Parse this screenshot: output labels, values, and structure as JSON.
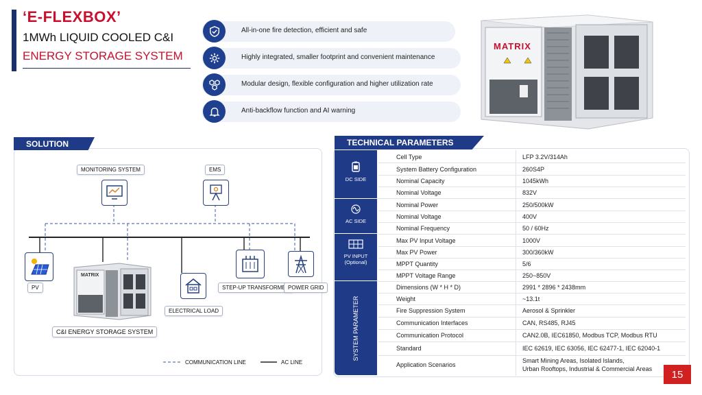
{
  "header": {
    "title": "‘E-FLEXBOX’",
    "subtitle1": "1MWh LIQUID COOLED C&I",
    "subtitle2": "ENERGY STORAGE SYSTEM"
  },
  "features": [
    {
      "icon": "shield-check-icon",
      "text": "All-in-one fire detection, efficient and safe"
    },
    {
      "icon": "gear-icon",
      "text": "Highly integrated, smaller footprint and convenient maintenance"
    },
    {
      "icon": "hexagon-modules-icon",
      "text": "Modular design, flexible configuration and higher utilization rate"
    },
    {
      "icon": "bell-icon",
      "text": "Anti-backflow function and AI warning"
    }
  ],
  "product": {
    "brand": "MATRIX"
  },
  "solution": {
    "tab": "SOLUTION",
    "monitoring": "MONITORING SYSTEM",
    "ems": "EMS",
    "pv": "PV",
    "cni_brand": "MATRIX",
    "cni": "C&I ENERGY STORAGE SYSTEM",
    "electrical_load": "ELECTRICAL LOAD",
    "transformer": "STEP-UP TRANSFORMER",
    "power_grid": "POWER GRID",
    "legend_comm": "COMMUNICATION LINE",
    "legend_ac": "AC LINE"
  },
  "tech": {
    "tab": "TECHNICAL PARAMETERS",
    "groups": {
      "dc": "DC SIDE",
      "ac": "AC SIDE",
      "pv1": "PV INPUT",
      "pv2": "(Optional)",
      "sys": "SYSTEM PARAMETER"
    },
    "rows": [
      {
        "k": "Cell Type",
        "v": "LFP 3.2V/314Ah"
      },
      {
        "k": "System Battery Configuration",
        "v": "260S4P"
      },
      {
        "k": "Nominal Capacity",
        "v": "1045kWh"
      },
      {
        "k": "Nominal Voltage",
        "v": "832V"
      },
      {
        "k": "Nominal Power",
        "v": "250/500kW"
      },
      {
        "k": "Nominal Voltage",
        "v": "400V"
      },
      {
        "k": "Nominal Frequency",
        "v": "50 / 60Hz"
      },
      {
        "k": "Max PV Input Voltage",
        "v": "1000V"
      },
      {
        "k": "Max PV Power",
        "v": "300/360kW"
      },
      {
        "k": "MPPT Quantity",
        "v": "5/6"
      },
      {
        "k": "MPPT Voltage Range",
        "v": "250~850V"
      },
      {
        "k": "Dimensions (W * H * D)",
        "v": "2991 * 2896 * 2438mm"
      },
      {
        "k": "Weight",
        "v": "~13.1t"
      },
      {
        "k": "Fire Suppression System",
        "v": "Aerosol & Sprinkler"
      },
      {
        "k": "Communication Interfaces",
        "v": "CAN, RS485, RJ45"
      },
      {
        "k": "Communication Protocol",
        "v": "CAN2.0B, IEC61850, Modbus TCP, Modbus RTU"
      },
      {
        "k": "Standard",
        "v": "IEC 62619, IEC 63056, IEC 62477-1, IEC 62040-1"
      },
      {
        "k": "Application Scenarios",
        "v": "Smart Mining Areas, Isolated Islands,",
        "v2": "Urban Rooftops, Industrial & Commercial Areas"
      }
    ]
  },
  "page_number": "15"
}
